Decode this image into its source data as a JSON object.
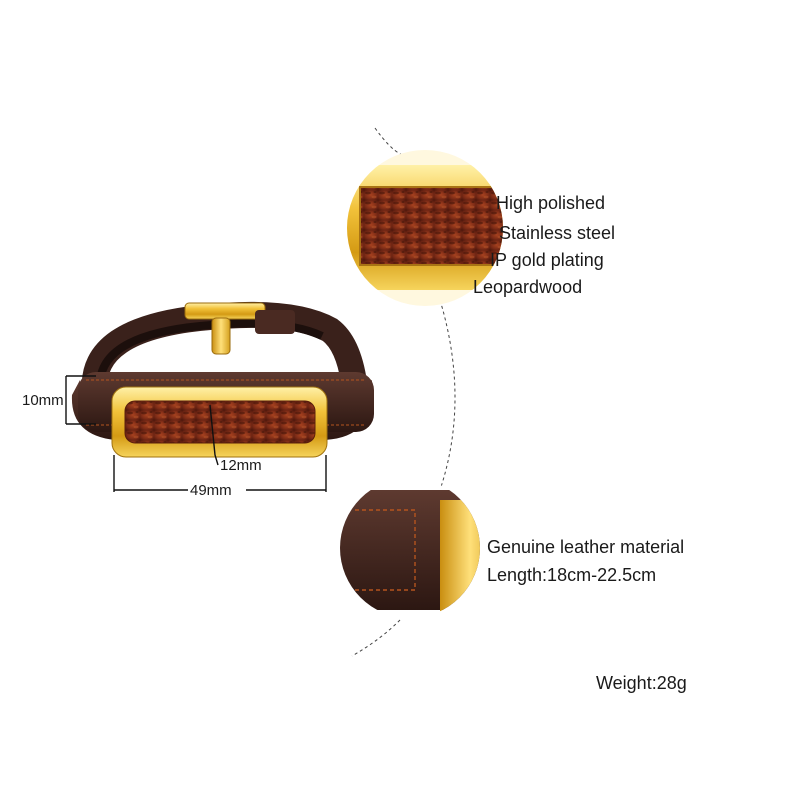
{
  "dimensions": {
    "height": "10mm",
    "inlay_height": "12mm",
    "length": "49mm"
  },
  "callouts": {
    "plate": {
      "line1": "High polished",
      "line2": "Stainless steel",
      "line3": "IP gold plating",
      "line4": "Leopardwood"
    },
    "strap": {
      "line1": "Genuine leather material",
      "line2": "Length:18cm-22.5cm"
    }
  },
  "weight": "Weight:28g",
  "colors": {
    "gold": "#d9a21a",
    "leather": "#4a2a22",
    "wood": "#7a2a18"
  }
}
